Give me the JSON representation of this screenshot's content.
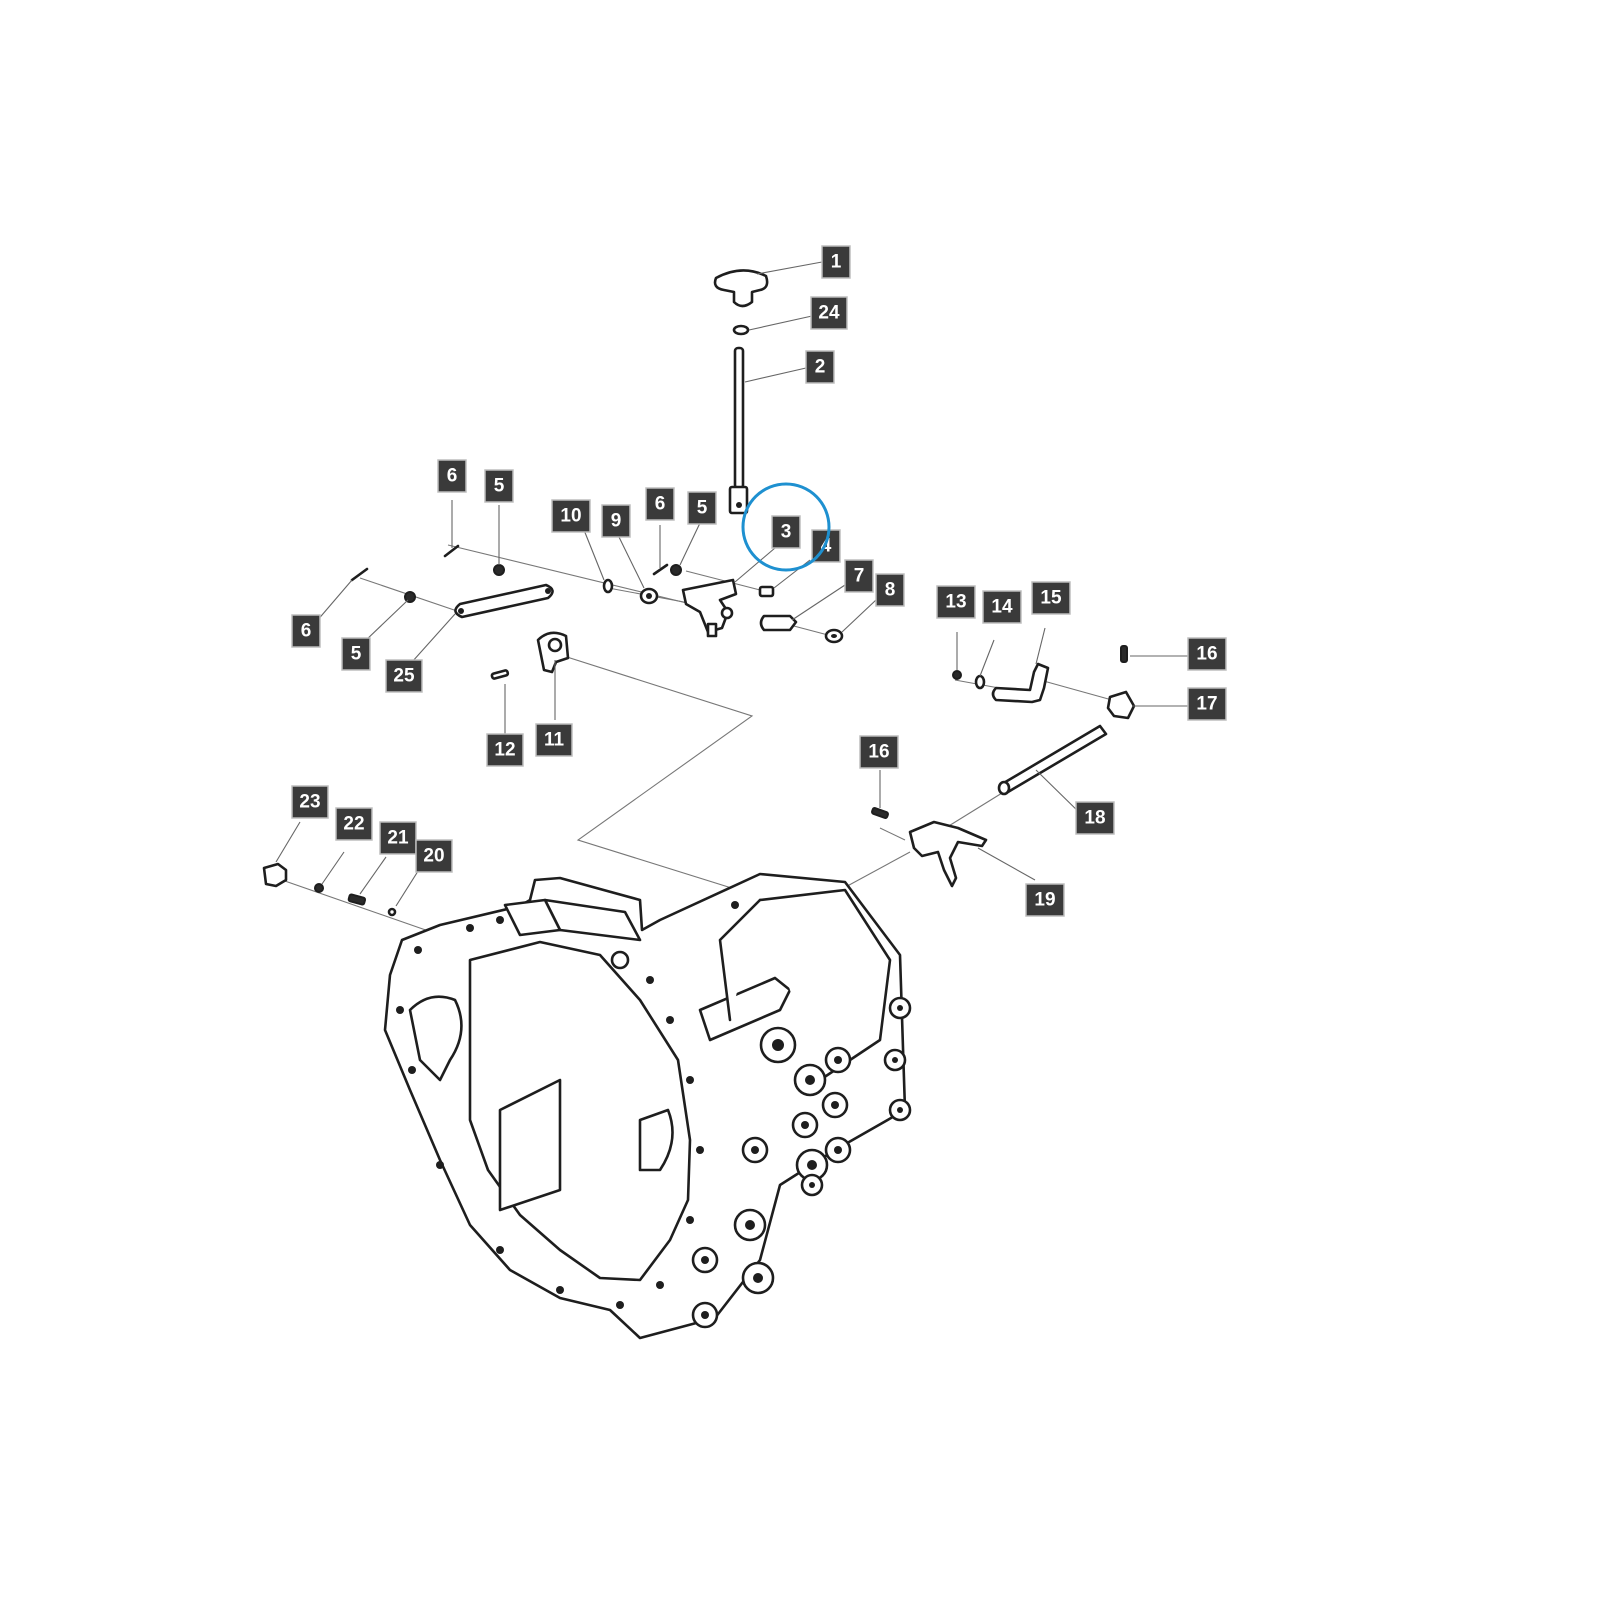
{
  "callouts": [
    {
      "id": "c1",
      "label": "1"
    },
    {
      "id": "c24",
      "label": "24"
    },
    {
      "id": "c2",
      "label": "2"
    },
    {
      "id": "c6a",
      "label": "6"
    },
    {
      "id": "c5a",
      "label": "5"
    },
    {
      "id": "c10",
      "label": "10"
    },
    {
      "id": "c9",
      "label": "9"
    },
    {
      "id": "c6b",
      "label": "6"
    },
    {
      "id": "c5b",
      "label": "5"
    },
    {
      "id": "c3",
      "label": "3"
    },
    {
      "id": "c4",
      "label": "4"
    },
    {
      "id": "c7",
      "label": "7"
    },
    {
      "id": "c8",
      "label": "8"
    },
    {
      "id": "c6c",
      "label": "6"
    },
    {
      "id": "c5c",
      "label": "5"
    },
    {
      "id": "c25",
      "label": "25"
    },
    {
      "id": "c12",
      "label": "12"
    },
    {
      "id": "c11",
      "label": "11"
    },
    {
      "id": "c13",
      "label": "13"
    },
    {
      "id": "c14",
      "label": "14"
    },
    {
      "id": "c15",
      "label": "15"
    },
    {
      "id": "c16a",
      "label": "16"
    },
    {
      "id": "c17",
      "label": "17"
    },
    {
      "id": "c16b",
      "label": "16"
    },
    {
      "id": "c18",
      "label": "18"
    },
    {
      "id": "c19",
      "label": "19"
    },
    {
      "id": "c23",
      "label": "23"
    },
    {
      "id": "c22",
      "label": "22"
    },
    {
      "id": "c21",
      "label": "21"
    },
    {
      "id": "c20",
      "label": "20"
    }
  ],
  "highlight": {
    "target": "3",
    "color": "#1e90d0"
  },
  "colors": {
    "badge": "#3a3a3a",
    "badge_text": "#ffffff",
    "line": "#1e1e1e"
  }
}
